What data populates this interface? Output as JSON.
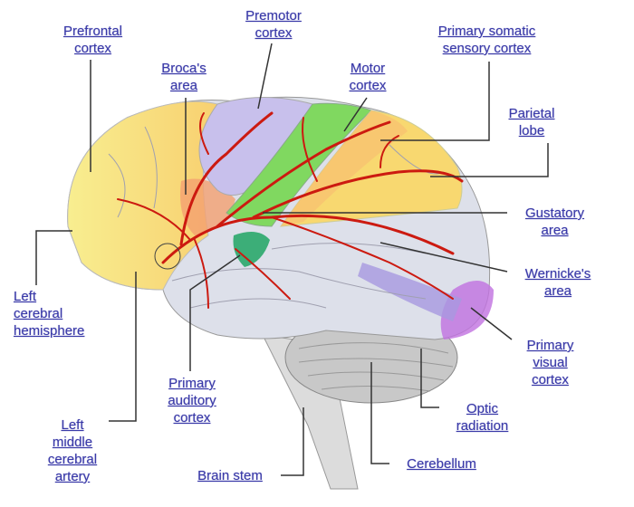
{
  "diagram": {
    "labels": {
      "prefrontal": [
        "Prefrontal",
        "cortex"
      ],
      "premotor": [
        "Premotor",
        "cortex"
      ],
      "somatic": [
        "Primary somatic",
        "sensory cortex"
      ],
      "broca": [
        "Broca's",
        "area"
      ],
      "motor": [
        "Motor",
        "cortex"
      ],
      "parietal": [
        "Parietal",
        "lobe"
      ],
      "gustatory": [
        "Gustatory",
        "area"
      ],
      "hemisphere": [
        "Left",
        "cerebral",
        "hemisphere"
      ],
      "wernicke": [
        "Wernicke's",
        "area"
      ],
      "visual": [
        "Primary",
        "visual",
        "cortex"
      ],
      "auditory": [
        "Primary",
        "auditory",
        "cortex"
      ],
      "optic": [
        "Optic",
        "radiation"
      ],
      "artery": [
        "Left",
        "middle",
        "cerebral",
        "artery"
      ],
      "cerebellum": [
        "Cerebellum"
      ],
      "brainstem": [
        "Brain stem"
      ]
    },
    "colors": {
      "label": "#3a3aa8",
      "artery": "#cc1a10",
      "prefrontal": "#f8ee90",
      "premotor": "#c8c0ec",
      "motor": "#80d860",
      "parietal": "#f8dc70",
      "temporal": "#d8dce8",
      "visual": "#c070e0"
    }
  }
}
